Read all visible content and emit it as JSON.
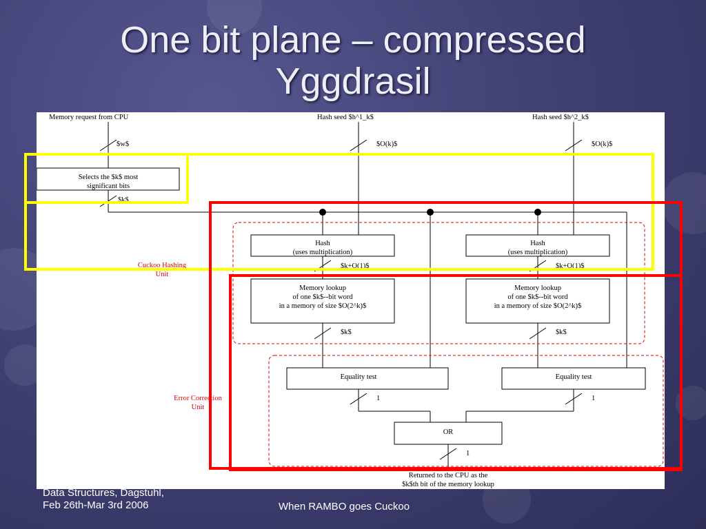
{
  "slide": {
    "title_line1": "One bit plane – compressed",
    "title_line2": "Yggdrasil",
    "footer_left_line1": "Data Structures, Dagstuhl,",
    "footer_left_line2": "Feb 26th-Mar 3rd 2006",
    "footer_center": "When RAMBO goes Cuckoo"
  },
  "diagram": {
    "input_cpu": "Memory request from CPU",
    "input_seed1": "Hash seed $h^1_k$",
    "input_seed2": "Hash seed $h^2_k$",
    "bus_w": "$w$",
    "bus_ok1": "$O(k)$",
    "bus_ok2": "$O(k)$",
    "select_line1": "Selects the $k$ most",
    "select_line2": "significant bits",
    "bus_k_select": "$k$",
    "hash_line1": "Hash",
    "hash_line2": "(uses multiplication)",
    "bus_hash_out": "$k+O(1)$",
    "mem_line1": "Memory lookup",
    "mem_line2": "of one $k$--bit word",
    "mem_line3": "in a memory of size $O(2^k)$",
    "bus_k_mem": "$k$",
    "eq_label": "Equality test",
    "bus_1": "1",
    "or_label": "OR",
    "cuckoo_label_line1": "Cuckoo Hashing",
    "cuckoo_label_line2": "Unit",
    "errcorr_label_line1": "Error Correction",
    "errcorr_label_line2": "Unit",
    "output_line1": "Returned to the CPU as the",
    "output_line2": "$k$th bit of the memory lookup"
  },
  "colors": {
    "highlight_yellow": "#ffff00",
    "highlight_red": "#ff0000",
    "unit_dashed_red": "#e00000"
  }
}
